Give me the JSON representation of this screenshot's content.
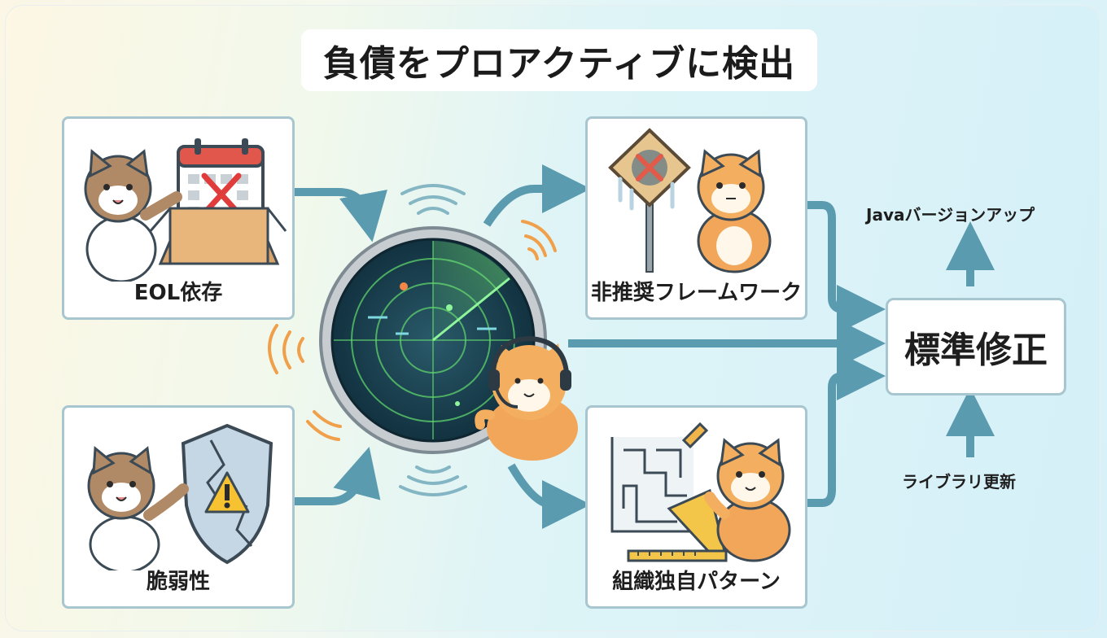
{
  "title": "負債をプロアクティブに検出",
  "cards": {
    "eol": {
      "label": "EOL依存",
      "icon": "calendar-box-cat"
    },
    "vulnerability": {
      "label": "脆弱性",
      "icon": "cracked-shield-cat"
    },
    "deprecated": {
      "label": "非推奨フレームワーク",
      "icon": "broken-sign-cat"
    },
    "org_pattern": {
      "label": "組織独自パターン",
      "icon": "blueprint-ruler-cat"
    }
  },
  "center": {
    "icon": "radar-cat-headset"
  },
  "fix": {
    "label": "標準修正"
  },
  "outputs": {
    "java": "Javaバージョンアップ",
    "library": "ライブラリ更新"
  },
  "colors": {
    "arrow": "#5b9bb0",
    "card_border": "#a8c6cf",
    "radar_green": "#5fd36b",
    "signal_orange": "#f0a04a"
  }
}
